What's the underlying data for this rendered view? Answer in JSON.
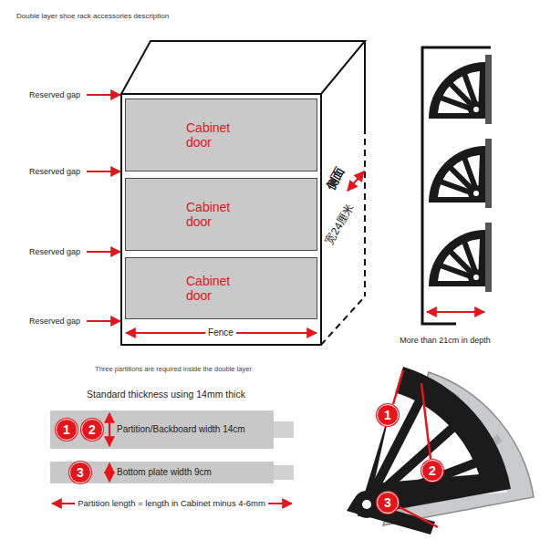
{
  "diagram": {
    "title": "Double layer shoe rack accessories description",
    "nodes": [
      {
        "text": [
          "Cabinet door"
        ]
      },
      {
        "text": [
          "Cabinet door"
        ]
      },
      {
        "text": [
          "Cabinet door"
        ]
      },
      {
        "text": [
          "Partition/Backboard width 14cm"
        ]
      },
      {
        "text": [
          "1"
        ],
        "in": 3
      },
      {
        "text": [
          "2"
        ],
        "in": 3
      },
      {
        "text": [
          "Bottom plate width 9cm"
        ]
      },
      {
        "text": [
          "3"
        ],
        "in": 6
      },
      {
        "text": [
          "1"
        ]
      },
      {
        "text": [
          "2"
        ]
      },
      {
        "text": [
          "3"
        ]
      }
    ],
    "labels": [
      "Reserved gap",
      "Reserved gap",
      "Reserved gap",
      "Reserved gap",
      "侧面",
      "宽24厘米",
      "Fence",
      "More than 21cm in depth",
      "Three partitions are required inside the double layer",
      "Standard thickness using 14mm thick",
      "Partition length = length in Cabinet minus 4-6mm"
    ]
  }
}
